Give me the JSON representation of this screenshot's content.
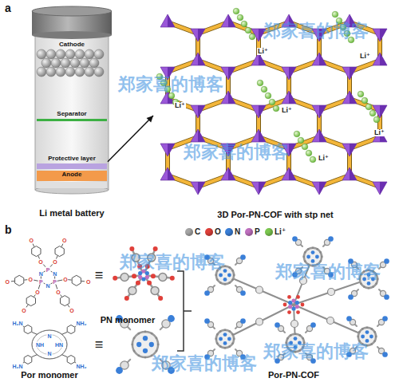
{
  "diagram": {
    "nodes": [
      {
        "text": [
          "Li metal battery"
        ]
      },
      {
        "text": [
          "Cathode"
        ],
        "in": 0
      },
      {
        "text": [
          "Separator"
        ],
        "in": 0
      },
      {
        "text": [
          "Protective layer"
        ],
        "in": 0
      },
      {
        "text": [
          "Anode"
        ],
        "in": 0
      },
      {
        "text": [
          "3D Por-PN-COF with stp net"
        ]
      }
    ],
    "edges": [
      {
        "from": 3,
        "to": 5,
        "arrow": "to"
      }
    ],
    "labels": [
      "a",
      "b",
      "Li⁺",
      "Li⁺",
      "Li⁺",
      "Li⁺",
      "Li⁺",
      "Li⁺",
      "郑家喜的博客",
      "郑家喜的博客",
      "郑家喜的博客",
      "郑家喜的博客",
      "郑家喜的博客",
      "郑家喜的博客",
      "郑家喜的博客",
      "PN monomer",
      "Por monomer",
      "Por-PN-COF",
      "≡",
      "≡",
      "P",
      "N",
      "P",
      "N",
      "P",
      "N",
      "O",
      "O",
      "O",
      "O",
      "O",
      "O",
      "O",
      "O",
      "O",
      "O",
      "O",
      "O",
      "H₂N",
      "NH₂",
      "H₂N",
      "NH₂",
      "NH",
      "N",
      "N",
      "HN"
    ],
    "legend": [
      {
        "text": "C",
        "color": "#a6a6a6"
      },
      {
        "text": "O",
        "color": "#e0403a"
      },
      {
        "text": "N",
        "color": "#3a7fd8"
      },
      {
        "text": "P",
        "color": "#c070c0"
      },
      {
        "text": "Li⁺",
        "color": "#7cc850"
      }
    ]
  }
}
